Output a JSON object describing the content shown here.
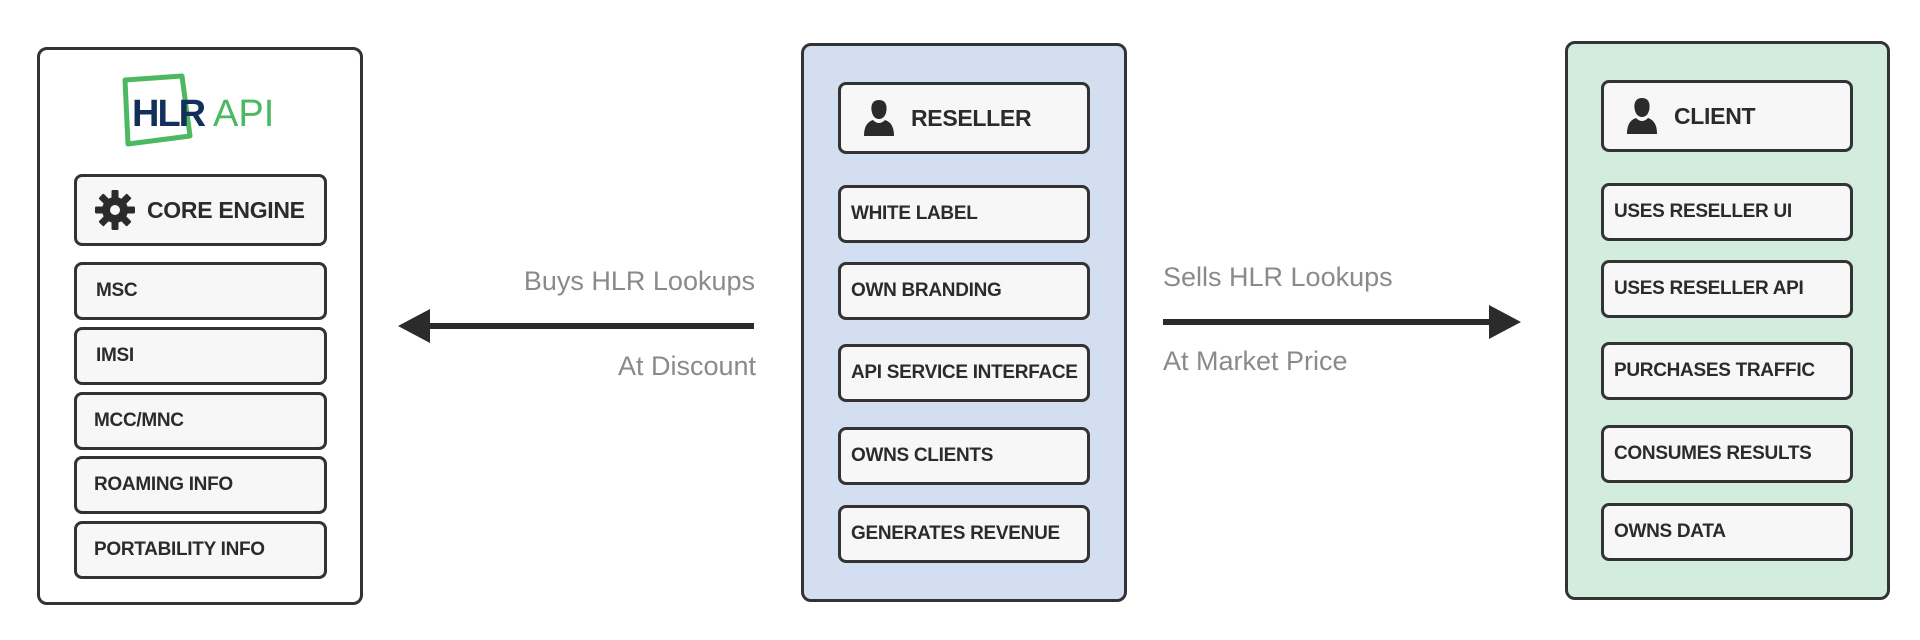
{
  "hlr": {
    "logo": {
      "text_dark": "HLR",
      "text_green": "API"
    },
    "header": "CORE ENGINE",
    "header_icon": "gear-icon",
    "items": [
      "MSC",
      "IMSI",
      "MCC/MNC",
      "ROAMING INFO",
      "PORTABILITY INFO"
    ]
  },
  "reseller": {
    "header": "RESELLER",
    "header_icon": "user-icon",
    "items": [
      "WHITE LABEL",
      "OWN BRANDING",
      "API SERVICE INTERFACE",
      "OWNS CLIENTS",
      "GENERATES REVENUE"
    ]
  },
  "client": {
    "header": "CLIENT",
    "header_icon": "user-icon",
    "items": [
      "USES RESELLER UI",
      "USES RESELLER API",
      "PURCHASES TRAFFIC",
      "CONSUMES RESULTS",
      "OWNS DATA"
    ]
  },
  "edges": {
    "left": {
      "top_label": "Buys HLR Lookups",
      "bottom_label": "At Discount",
      "direction": "left"
    },
    "right": {
      "top_label": "Sells HLR Lookups",
      "bottom_label": "At Market Price",
      "direction": "right"
    }
  },
  "colors": {
    "reseller_panel": "#d3dff0",
    "client_panel": "#d2ecdd",
    "logo_blue": "#13305b",
    "logo_green": "#4cb962",
    "border": "#333333",
    "edge_text": "#8a8a8a"
  }
}
